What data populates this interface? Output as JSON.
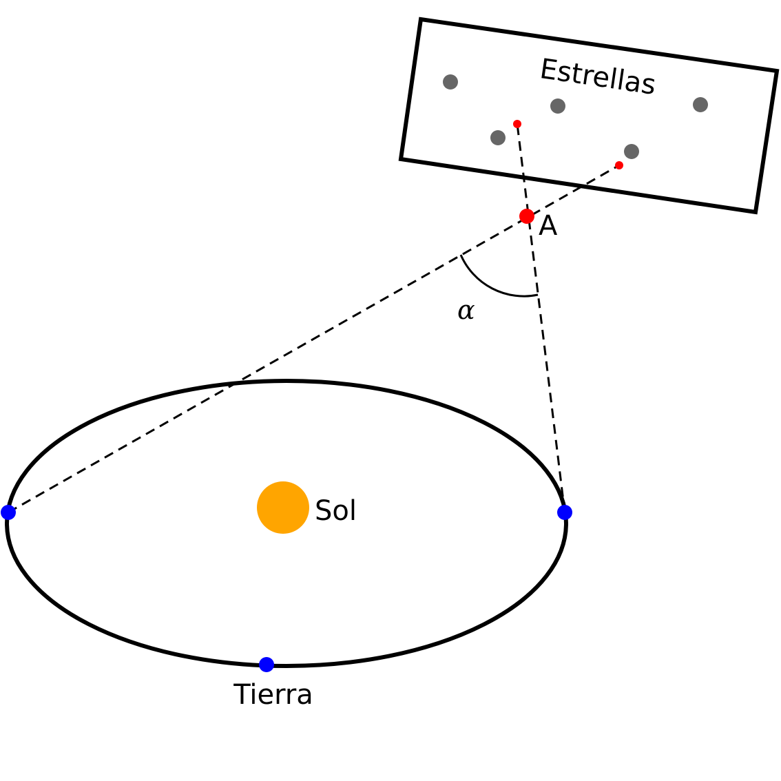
{
  "labels": {
    "stars": "Estrellas",
    "sun": "Sol",
    "earth": "Tierra",
    "point": "A",
    "angle": "α"
  },
  "colors": {
    "orbit": "#000000",
    "sun": "#FFA500",
    "earth": "#0000FF",
    "star": "#666666",
    "apparent_position": "#FF0000",
    "sight_line": "#000000"
  }
}
